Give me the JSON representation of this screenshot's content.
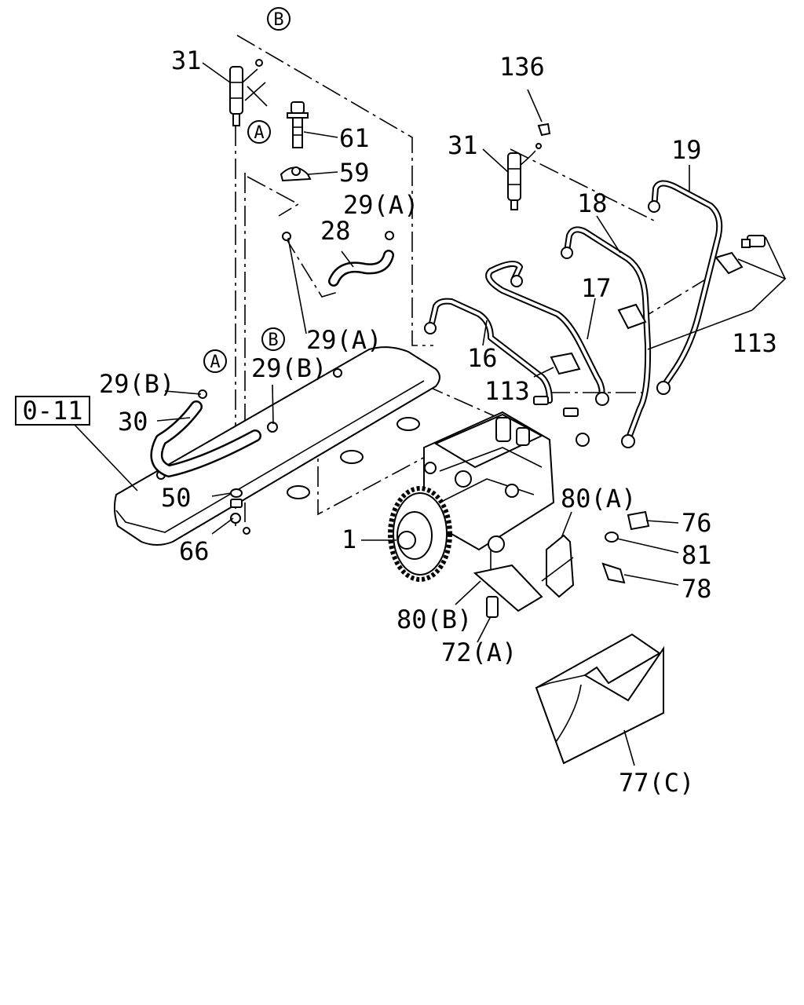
{
  "diagram": {
    "reference_box": "0-11",
    "circle_markers": {
      "a": "A",
      "b": "B"
    },
    "labels": {
      "p31_top": "31",
      "p61": "61",
      "p59": "59",
      "p29a_top": "29(A)",
      "p28": "28",
      "p29a_mid": "29(A)",
      "p29b_left": "29(B)",
      "p29b_mid": "29(B)",
      "p30": "30",
      "p50": "50",
      "p66": "66",
      "p136": "136",
      "p31_right": "31",
      "p19": "19",
      "p18": "18",
      "p17": "17",
      "p16": "16",
      "p113_right": "113",
      "p113_mid": "113",
      "p1": "1",
      "p80a": "80(A)",
      "p76": "76",
      "p81": "81",
      "p78": "78",
      "p80b": "80(B)",
      "p72a": "72(A)",
      "p77c": "77(C)"
    }
  }
}
